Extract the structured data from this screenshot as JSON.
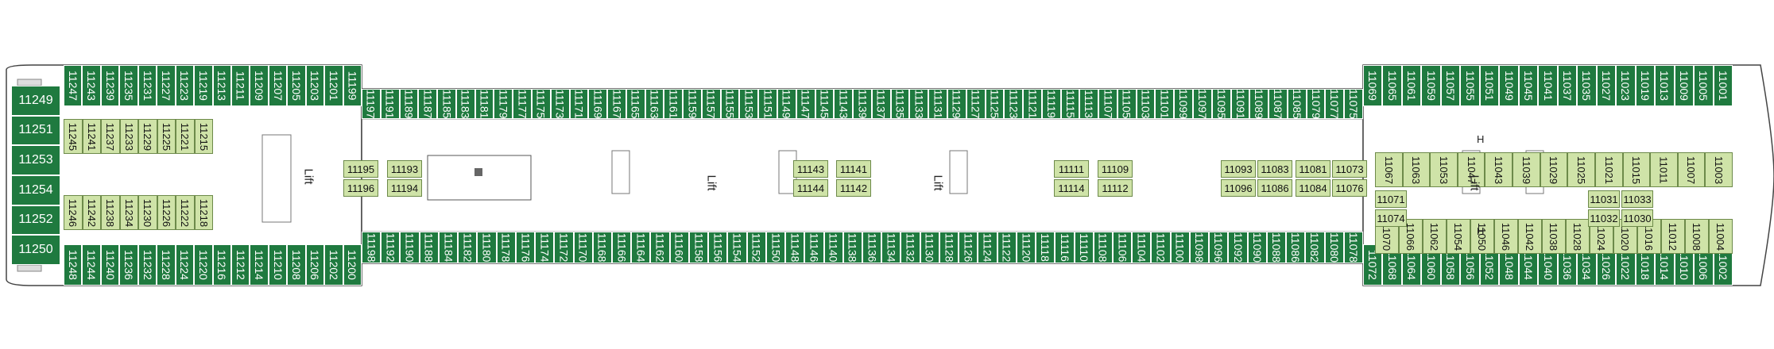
{
  "deck": {
    "aft_top": [
      "11247",
      "11243",
      "11239",
      "11235",
      "11231",
      "11227",
      "11223",
      "11219",
      "11213",
      "11211",
      "11209",
      "11207",
      "11205",
      "11203",
      "11201",
      "11199"
    ],
    "aft_bottom": [
      "11248",
      "11244",
      "11240",
      "11236",
      "11232",
      "11228",
      "11224",
      "11220",
      "11216",
      "11212",
      "11214",
      "11210",
      "11208",
      "11206",
      "11202",
      "11200"
    ],
    "aft_transom": [
      "11249",
      "11251",
      "11253",
      "11254",
      "11252",
      "11250"
    ],
    "aft_inner_top": [
      "11245",
      "11241",
      "11237",
      "11233",
      "11229",
      "11225",
      "11221",
      "11215"
    ],
    "aft_inner_bottom": [
      "11246",
      "11242",
      "11238",
      "11234",
      "11230",
      "11226",
      "11222",
      "11218"
    ],
    "mid_top": [
      "11197",
      "11191",
      "11189",
      "11187",
      "11185",
      "11183",
      "11181",
      "11179",
      "11177",
      "11175",
      "11173",
      "11171",
      "11169",
      "11167",
      "11165",
      "11163",
      "11161",
      "11159",
      "11157",
      "11155",
      "11153",
      "11151",
      "11149",
      "11147",
      "11145",
      "11143",
      "11139",
      "11137",
      "11135",
      "11133",
      "11131",
      "11129",
      "11127",
      "11125",
      "11123",
      "11121",
      "11119",
      "11115",
      "11113",
      "11107",
      "11105",
      "11103",
      "11101",
      "11099",
      "11097",
      "11095",
      "11091",
      "11089",
      "11087",
      "11085",
      "11079",
      "11077",
      "11075"
    ],
    "mid_bottom": [
      "11198",
      "11192",
      "11190",
      "11188",
      "11184",
      "11182",
      "11180",
      "11178",
      "11176",
      "11174",
      "11172",
      "11170",
      "11168",
      "11166",
      "11164",
      "11162",
      "11160",
      "11158",
      "11156",
      "11154",
      "11152",
      "11150",
      "11148",
      "11146",
      "11140",
      "11138",
      "11136",
      "11134",
      "11132",
      "11130",
      "11128",
      "11126",
      "11124",
      "11122",
      "11120",
      "11118",
      "11116",
      "11110",
      "11108",
      "11106",
      "11104",
      "11102",
      "11100",
      "11098",
      "11096",
      "11092",
      "11090",
      "11088",
      "11086",
      "11082",
      "11080",
      "11078"
    ],
    "mid_inner": [
      {
        "a": "11195",
        "b": "11196"
      },
      {
        "a": "11193",
        "b": "11194"
      },
      {
        "a": "11143",
        "b": "11144"
      },
      {
        "a": "11141",
        "b": "11142"
      },
      {
        "a": "11111",
        "b": "11114"
      },
      {
        "a": "11109",
        "b": "11112"
      },
      {
        "a": "11093",
        "b": "11096"
      },
      {
        "a": "11083",
        "b": "11086"
      },
      {
        "a": "11081",
        "b": "11084"
      },
      {
        "a": "11073",
        "b": "11076"
      }
    ],
    "fwd_top": [
      "11069",
      "11065",
      "11061",
      "11059",
      "11057",
      "11055",
      "11051",
      "11049",
      "11045",
      "11041",
      "11037",
      "11035",
      "11027",
      "11023",
      "11019",
      "11013",
      "11009",
      "11005",
      "11001"
    ],
    "fwd_bottom": [
      "11072",
      "11068",
      "11064",
      "11060",
      "11058",
      "11056",
      "11052",
      "11048",
      "11044",
      "11040",
      "11036",
      "11034",
      "11026",
      "11022",
      "11018",
      "11014",
      "11010",
      "11006",
      "11002"
    ],
    "fwd_inner_top": [
      "11067",
      "11063",
      "11053",
      "11047",
      "11043",
      "11039",
      "11029",
      "11025",
      "11021",
      "11015",
      "11011",
      "11007",
      "11003"
    ],
    "fwd_inner_bottom": [
      "11070",
      "11066",
      "11062",
      "11054",
      "11050",
      "11046",
      "11042",
      "11038",
      "11028",
      "11024",
      "11020",
      "11016",
      "11012",
      "11008",
      "11004"
    ],
    "fwd_inner_mid": [
      "11071",
      "11074",
      "11031",
      "11032",
      "11033",
      "11030"
    ],
    "lift_label": "Lift",
    "h_label": "H"
  }
}
